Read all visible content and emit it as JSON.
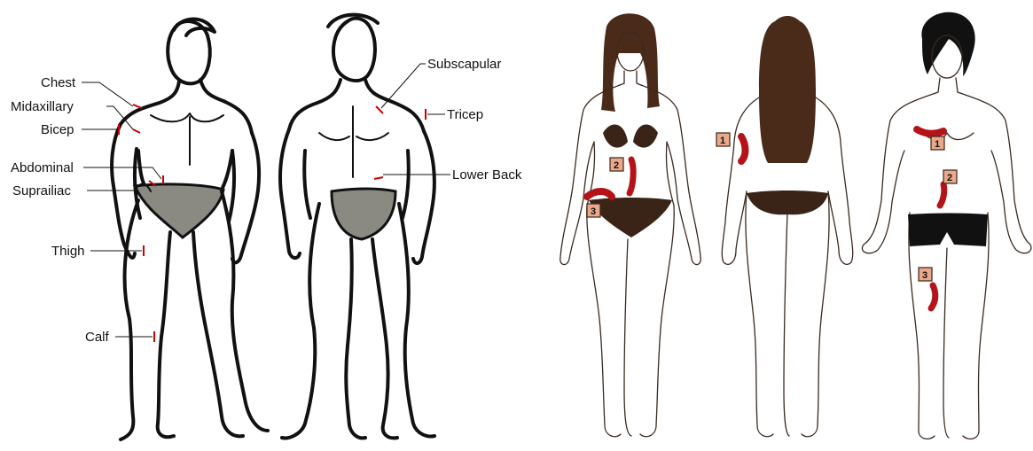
{
  "left_figure": {
    "front_labels": [
      {
        "id": "chest",
        "text": "Chest"
      },
      {
        "id": "midaxillary",
        "text": "Midaxillary"
      },
      {
        "id": "bicep",
        "text": "Bicep"
      },
      {
        "id": "abdominal",
        "text": "Abdominal"
      },
      {
        "id": "suprailiac",
        "text": "Suprailiac"
      },
      {
        "id": "thigh",
        "text": "Thigh"
      },
      {
        "id": "calf",
        "text": "Calf"
      }
    ],
    "back_labels": [
      {
        "id": "subscapular",
        "text": "Subscapular"
      },
      {
        "id": "tricep",
        "text": "Tricep"
      },
      {
        "id": "lower-back",
        "text": "Lower Back"
      }
    ]
  },
  "right_figure": {
    "female_front_markers": [
      "2",
      "3"
    ],
    "female_back_markers": [
      "1"
    ],
    "male_front_markers": [
      "1",
      "2",
      "3"
    ]
  },
  "colors": {
    "site_tick": "#cc0000",
    "injection_mark": "#b5131a",
    "marker_box": "#e9a98a",
    "underwear_gray": "#8a8a82",
    "bikini_brown": "#3a2418",
    "hair_brown": "#4a2a18",
    "male_hair": "#111111",
    "male_shorts": "#111111"
  }
}
